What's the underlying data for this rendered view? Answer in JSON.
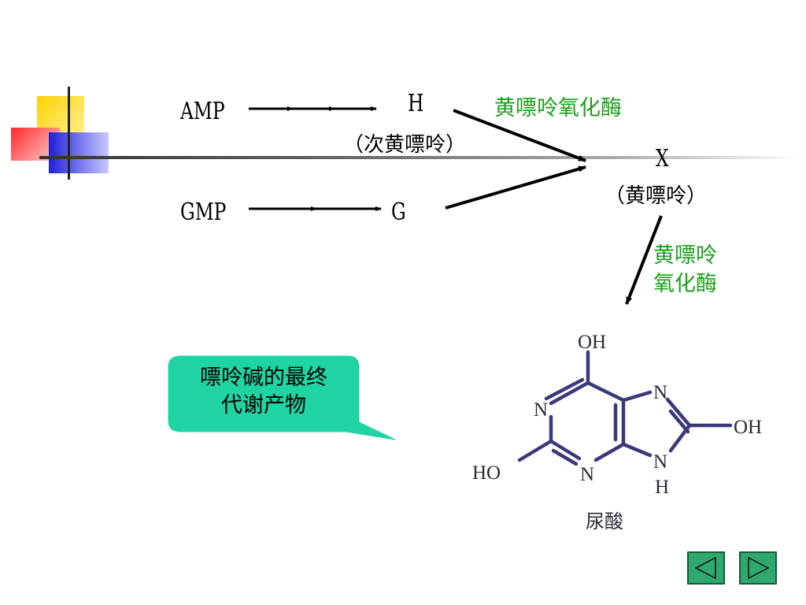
{
  "diagram": {
    "amp": "AMP",
    "gmp": "GMP",
    "h": "H",
    "h_name": "（次黄嘌呤）",
    "g": "G",
    "x": "X",
    "x_name": "（黄嘌呤）",
    "enzyme_top": "黄嘌呤氧化酶",
    "enzyme_side_line1": "黄嘌呤",
    "enzyme_side_line2": "氧化酶"
  },
  "callout": {
    "line1": "嘌呤碱的最终",
    "line2": "代谢产物"
  },
  "structure": {
    "oh_top": "OH",
    "oh_right": "OH",
    "ho_left": "HO",
    "n1": "N",
    "n3": "N",
    "n7": "N",
    "n9": "N",
    "h9": "H",
    "caption": "尿酸"
  },
  "colors": {
    "enzyme": "#1aa01a",
    "callout_bg": "#1fd3a3",
    "nav_bg": "#2fa86e",
    "bond": "#3a3a7a"
  },
  "nav": {
    "prev": "previous-slide",
    "next": "next-slide"
  }
}
